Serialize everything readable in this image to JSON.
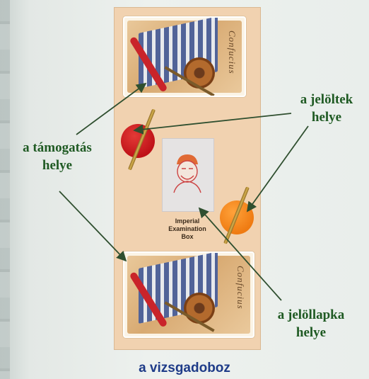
{
  "labels": {
    "support": [
      "a támogatás",
      "helye"
    ],
    "candidates": [
      "a jelöltek",
      "helye"
    ],
    "candidate_tile": [
      "a jelöllapka",
      "helye"
    ]
  },
  "box_label": [
    "Imperial",
    "Examination",
    "Box"
  ],
  "card_brand": "Confucius",
  "caption": "a vizsgadoboz",
  "colors": {
    "label_green": "#1f5a23",
    "caption_blue": "#1e3b88",
    "box_fill": "#f1d2b0",
    "pawn_red": "#c8161c",
    "pawn_orange": "#f5861f",
    "arrow": "#2f4f2f"
  }
}
